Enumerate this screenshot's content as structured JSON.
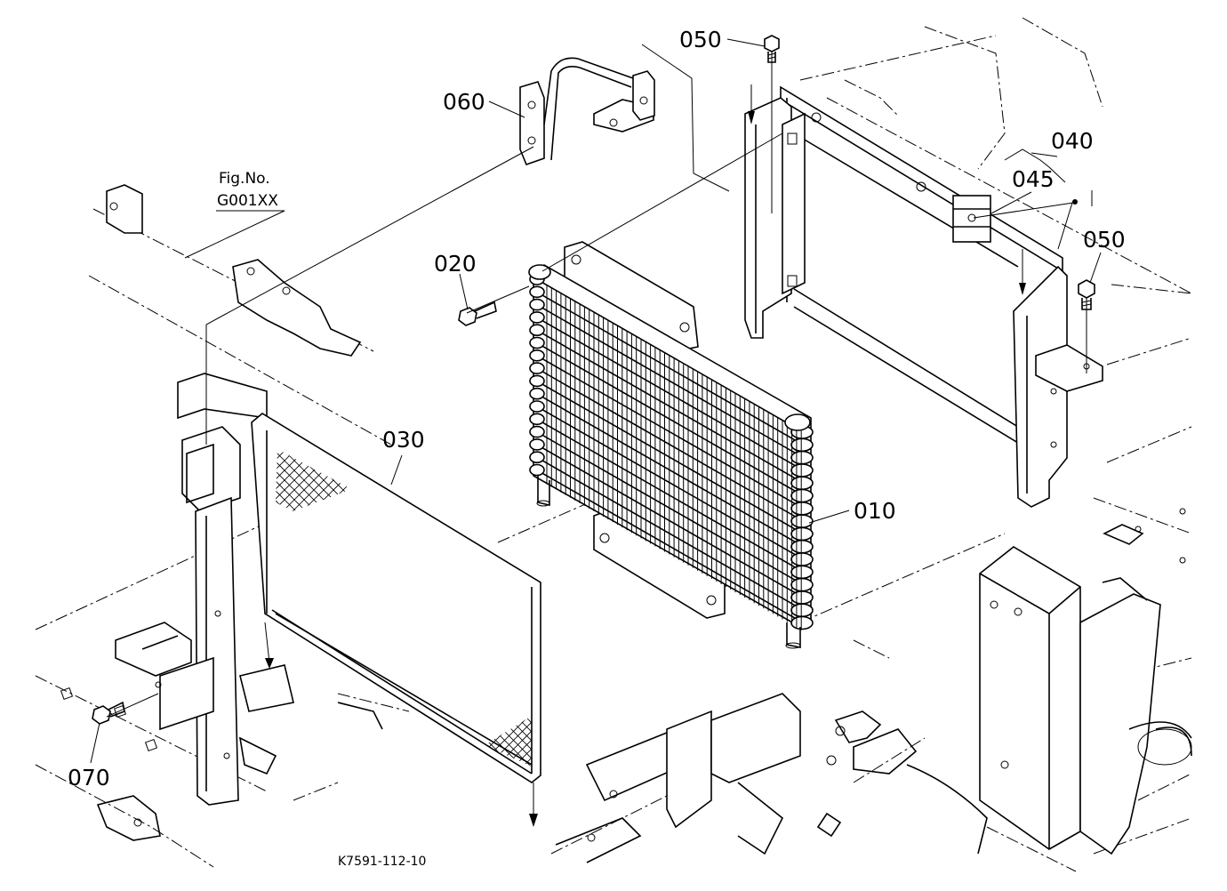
{
  "diagram": {
    "drawing_number": "K7591-112-10",
    "figure_reference": {
      "caption": "Fig.No.",
      "code": "G001XX"
    },
    "parts": [
      {
        "number": "010"
      },
      {
        "number": "020"
      },
      {
        "number": "030"
      },
      {
        "number": "040"
      },
      {
        "number": "045"
      },
      {
        "number": "050"
      },
      {
        "number": "050"
      },
      {
        "number": "060"
      },
      {
        "number": "070"
      }
    ]
  }
}
